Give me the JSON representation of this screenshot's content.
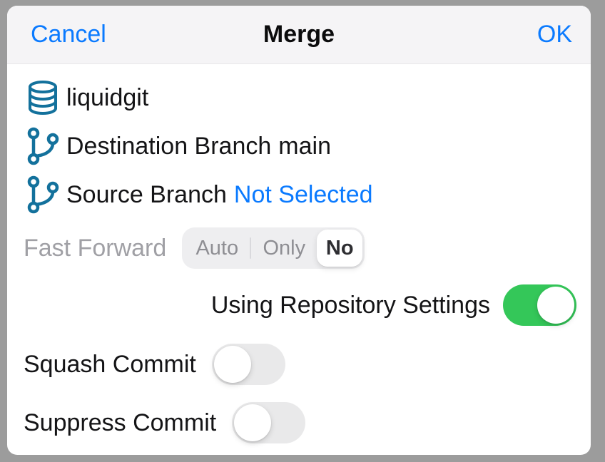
{
  "header": {
    "cancel_label": "Cancel",
    "title": "Merge",
    "ok_label": "OK"
  },
  "repository": {
    "name": "liquidgit"
  },
  "destination_branch": {
    "label": "Destination Branch",
    "value": "main"
  },
  "source_branch": {
    "label": "Source Branch",
    "value": "Not Selected"
  },
  "fast_forward": {
    "label": "Fast Forward",
    "options": [
      "Auto",
      "Only",
      "No"
    ],
    "selected": "No"
  },
  "toggles": {
    "using_repository_settings": {
      "label": "Using Repository Settings",
      "state": "on"
    },
    "squash_commit": {
      "label": "Squash Commit",
      "state": "off"
    },
    "suppress_commit": {
      "label": "Suppress Commit",
      "state": "off"
    }
  },
  "icons": {
    "repository": "database-icon",
    "destination": "git-branch-icon",
    "source": "git-branch-icon"
  },
  "colors": {
    "accent_blue": "#0A7AFF",
    "icon_teal": "#13719C",
    "toggle_on_green": "#34C759",
    "toggle_off_gray": "#E9E9EA",
    "muted_label_gray": "#A0A0A5",
    "header_background": "#F5F4F6",
    "backdrop_gray": "#9C9C9C"
  }
}
